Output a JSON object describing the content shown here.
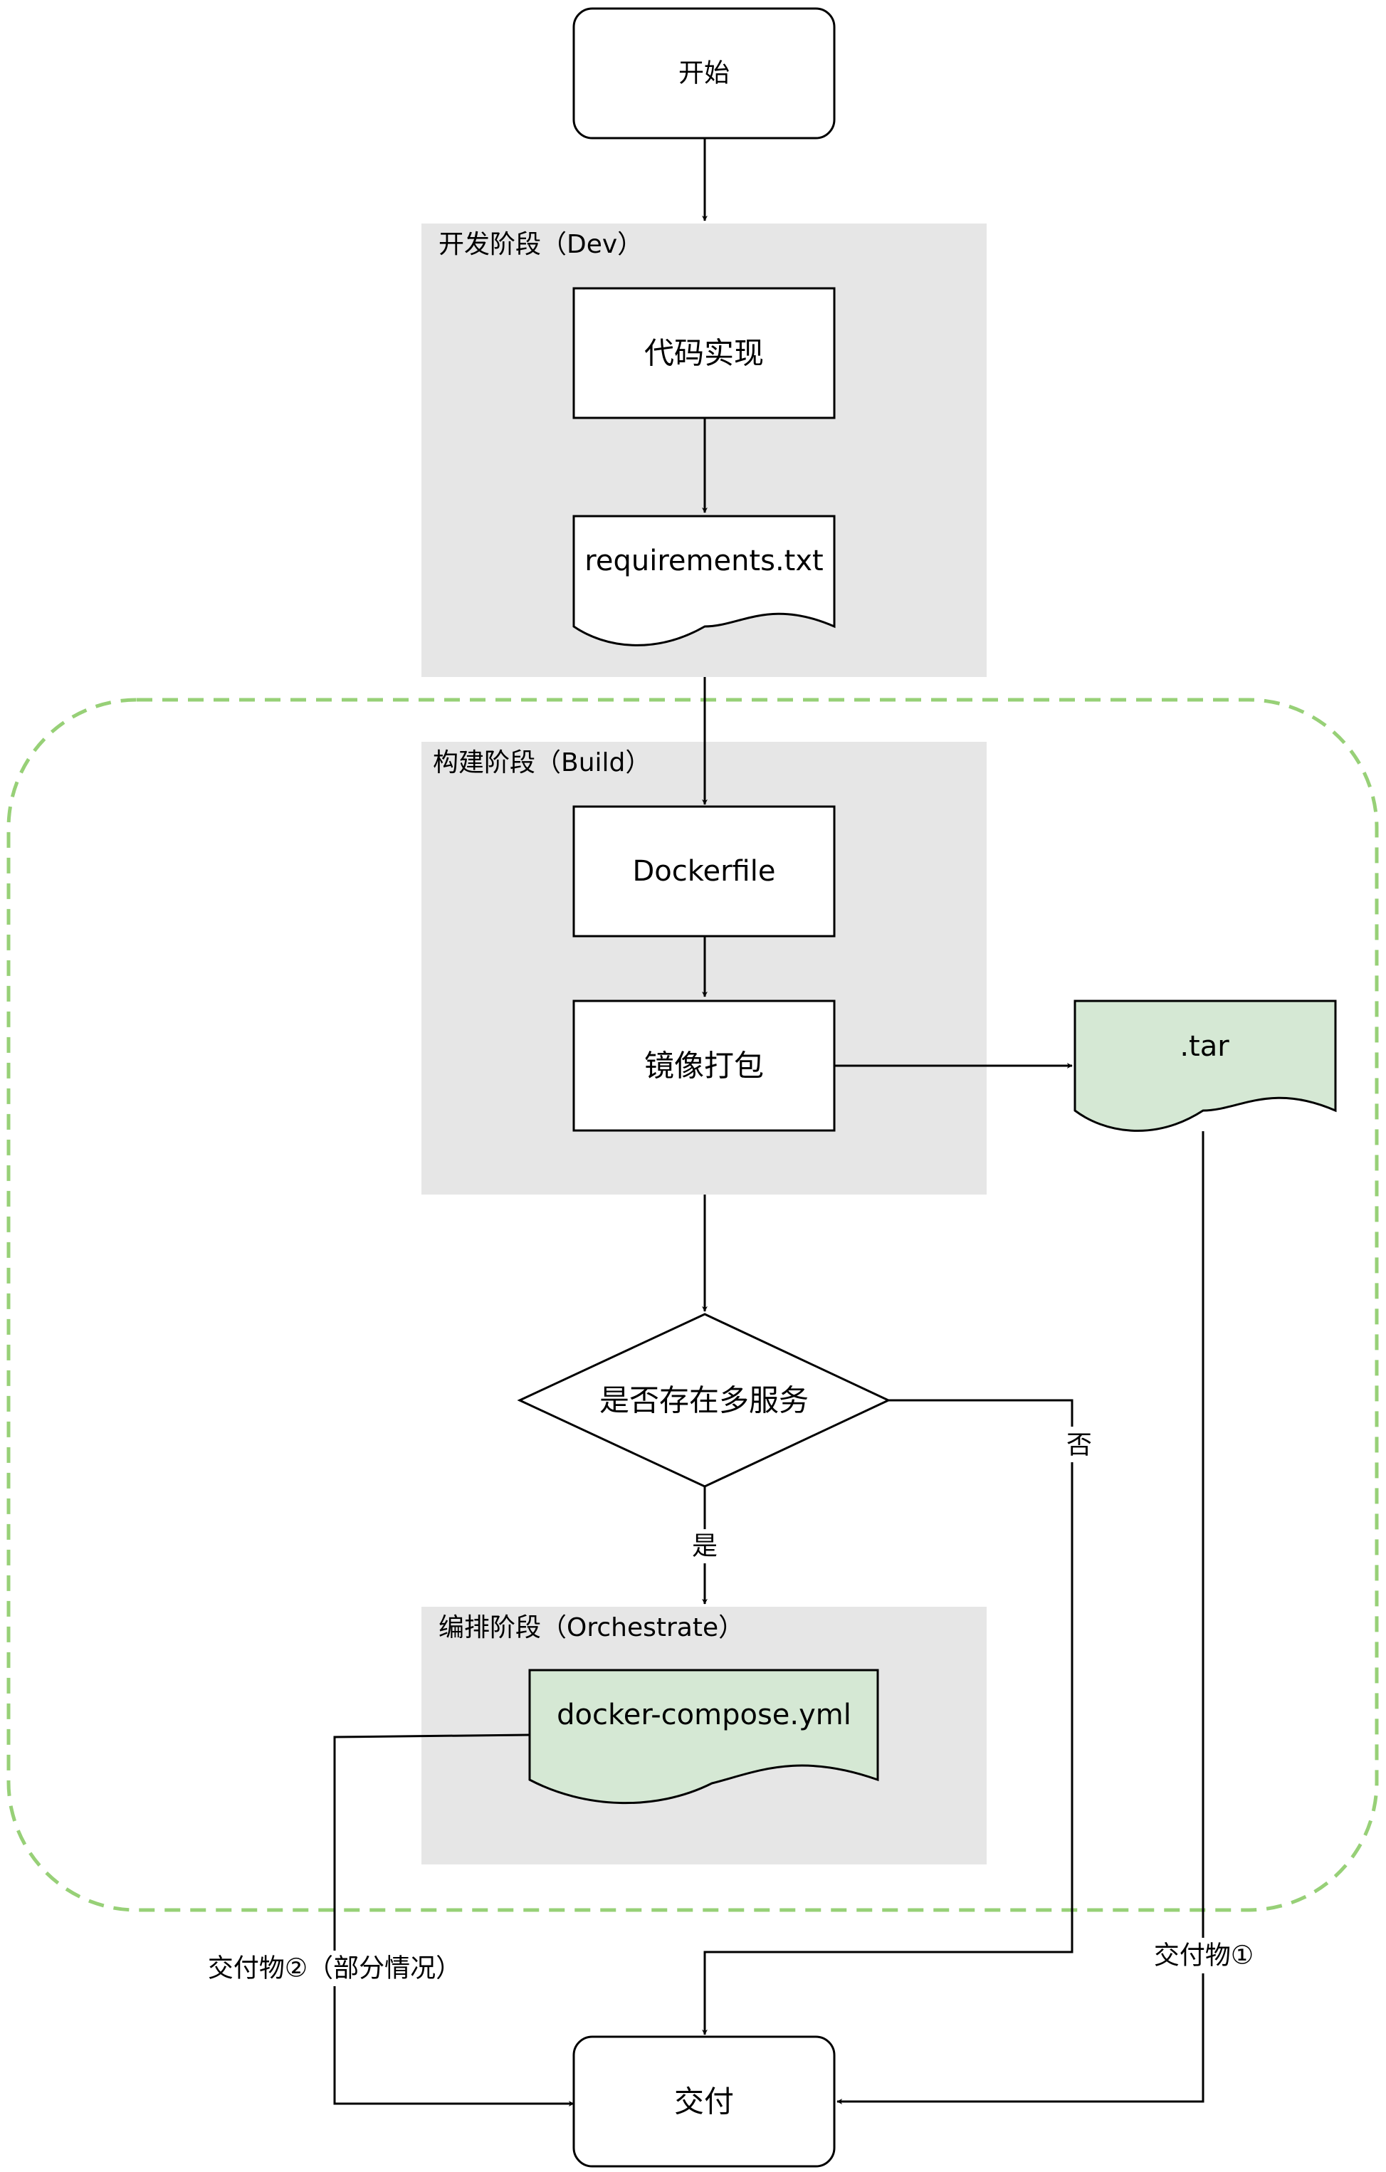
{
  "phases": {
    "dev": "开发阶段（Dev）",
    "build": "构建阶段（Build）",
    "orchestrate": "编排阶段（Orchestrate）"
  },
  "nodes": {
    "start": "开始",
    "code": "代码实现",
    "requirements": "requirements.txt",
    "dockerfile": "Dockerfile",
    "image_pack": "镜像打包",
    "tar": ".tar",
    "decision": "是否存在多服务",
    "compose": "docker-compose.yml",
    "deliver": "交付"
  },
  "edge_labels": {
    "yes": "是",
    "no": "否",
    "deliverable_1": "交付物①",
    "deliverable_2": "交付物②（部分情况）"
  },
  "colors": {
    "phase_fill": "#e6e6e6",
    "artifact_fill": "#d5e8d4",
    "scope_border": "#97d077"
  }
}
